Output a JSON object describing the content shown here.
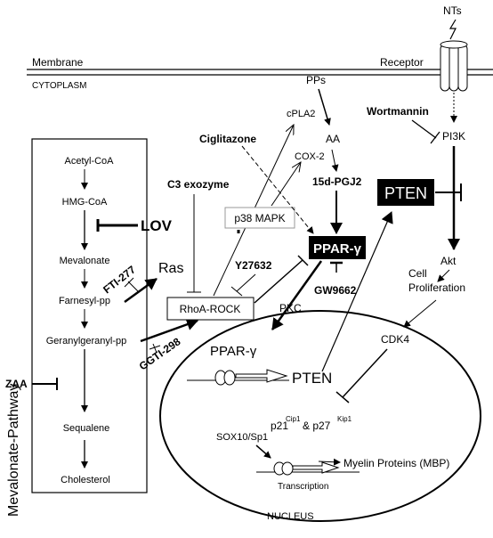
{
  "labels": {
    "membrane": "Membrane",
    "receptor": "Receptor",
    "cytoplasm": "CYTOPLASM",
    "nts": "NTs",
    "nucleus": "NUCLEUS",
    "pathway_title": "Mevalonate-Pathway"
  },
  "mevalonate": {
    "acetyl_coa": "Acetyl-CoA",
    "hmg_coa": "HMG-CoA",
    "mevalonate": "Mevalonate",
    "farnesyl_pp": "Farnesyl-pp",
    "geranylgeranyl_pp": "Geranylgeranyl-pp",
    "sequalene": "Sequalene",
    "cholesterol": "Cholesterol"
  },
  "inhibitors": {
    "lov": "LOV",
    "fti": "FTI-277",
    "ggti": "GGTI-298",
    "zaa": "ZAA",
    "c3": "C3 exozyme",
    "y27632": "Y27632",
    "ciglitazone": "Ciglitazone",
    "gw9662": "GW9662",
    "wortmannin": "Wortmannin"
  },
  "nodes": {
    "ras": "Ras",
    "rhoa_rock": "RhoA-ROCK",
    "p38": "p38 MAPK",
    "pkc": "PKC",
    "pps": "PPs",
    "cpla2": "cPLA2",
    "aa": "AA",
    "cox2": "COX-2",
    "pgj2": "15d-PGJ2",
    "ppar": "PPAR-γ",
    "pten": "PTEN",
    "pi3k": "PI3K",
    "akt": "Akt",
    "cell_prolif_1": "Cell",
    "cell_prolif_2": "Proliferation",
    "cdk4": "CDK4"
  },
  "nucleus_items": {
    "ppar": "PPAR-γ",
    "pten": "PTEN",
    "p21": "p21",
    "p21_sup": "Cip1",
    "amp": "& p27",
    "p27_sup": "Kip1",
    "sox10": "SOX10/Sp1",
    "myelin": "Myelin Proteins (MBP)",
    "transcription": "Transcription"
  }
}
